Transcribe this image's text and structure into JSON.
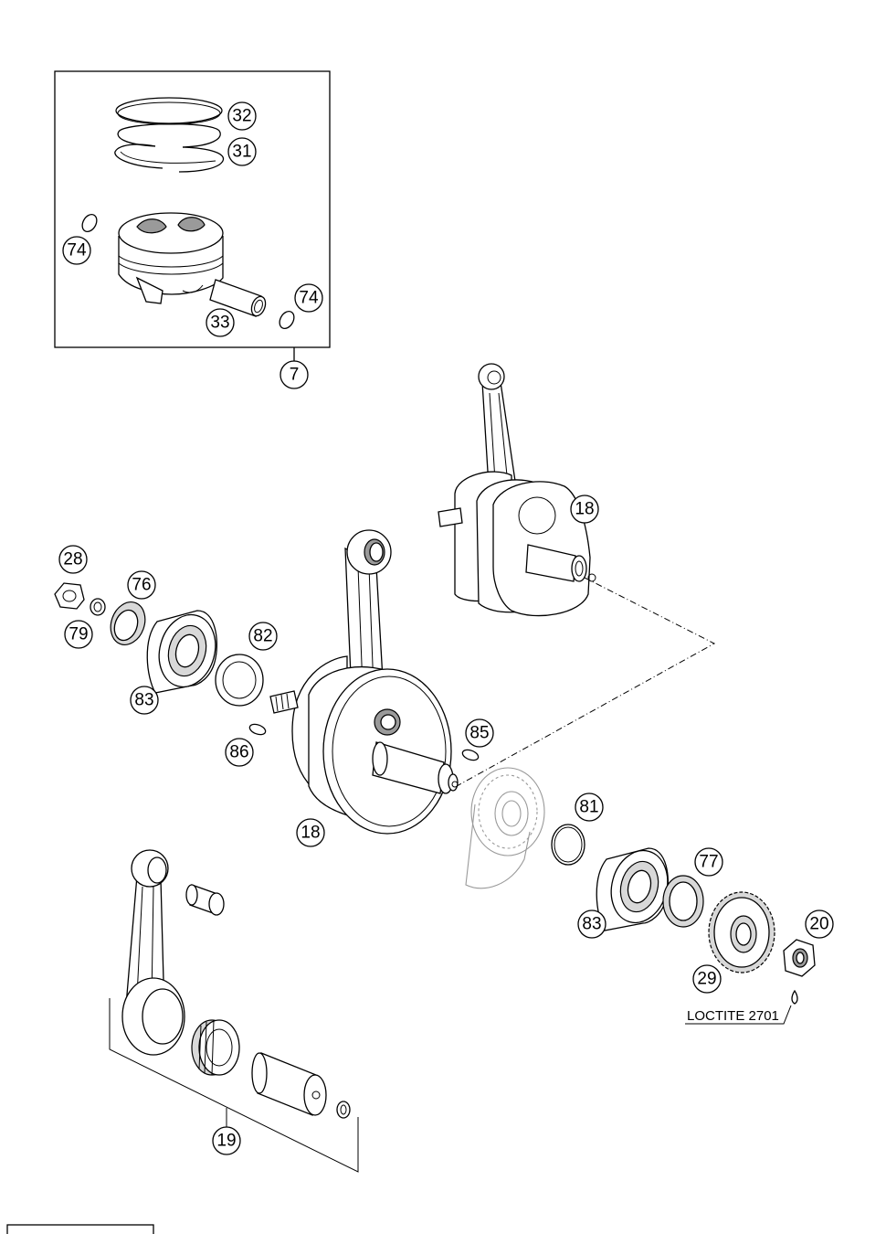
{
  "callouts": {
    "c32": "32",
    "c31": "31",
    "c74a": "74",
    "c74b": "74",
    "c33": "33",
    "c7": "7",
    "c18a": "18",
    "c28": "28",
    "c76": "76",
    "c79": "79",
    "c82": "82",
    "c83a": "83",
    "c86": "86",
    "c85": "85",
    "c18b": "18",
    "c81": "81",
    "c77": "77",
    "c83b": "83",
    "c20": "20",
    "c29": "29",
    "c19": "19"
  },
  "note": {
    "loctite": "LOCTITE 2701"
  }
}
